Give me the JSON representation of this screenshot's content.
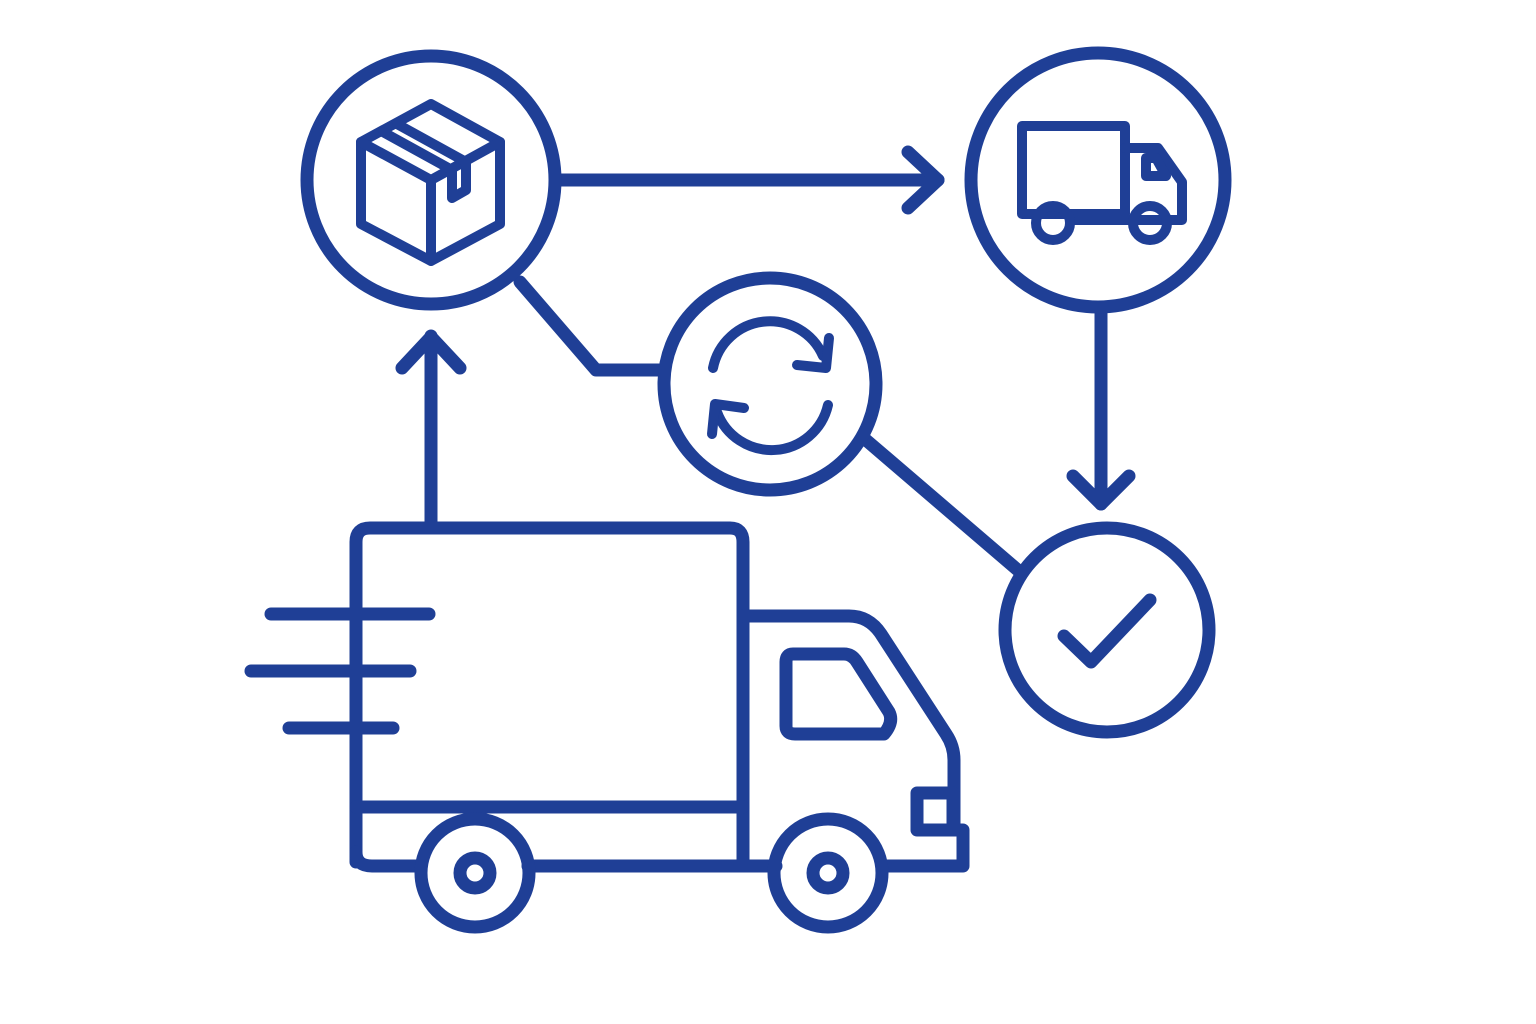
{
  "diagram": {
    "stroke_color": "#1f3f96",
    "background_color": "#ffffff",
    "nodes": [
      {
        "id": "package",
        "icon": "package-box-icon"
      },
      {
        "id": "delivery-truck",
        "icon": "delivery-truck-icon"
      },
      {
        "id": "refresh",
        "icon": "refresh-cycle-icon"
      },
      {
        "id": "complete",
        "icon": "checkmark-icon"
      },
      {
        "id": "moving-truck",
        "icon": "moving-truck-icon"
      }
    ],
    "edges": [
      {
        "from": "package",
        "to": "delivery-truck",
        "arrow": true
      },
      {
        "from": "delivery-truck",
        "to": "complete",
        "arrow": true
      },
      {
        "from": "moving-truck",
        "to": "package",
        "arrow": true
      },
      {
        "from": "package",
        "to": "refresh",
        "arrow": false
      },
      {
        "from": "refresh",
        "to": "complete",
        "arrow": false
      }
    ]
  }
}
